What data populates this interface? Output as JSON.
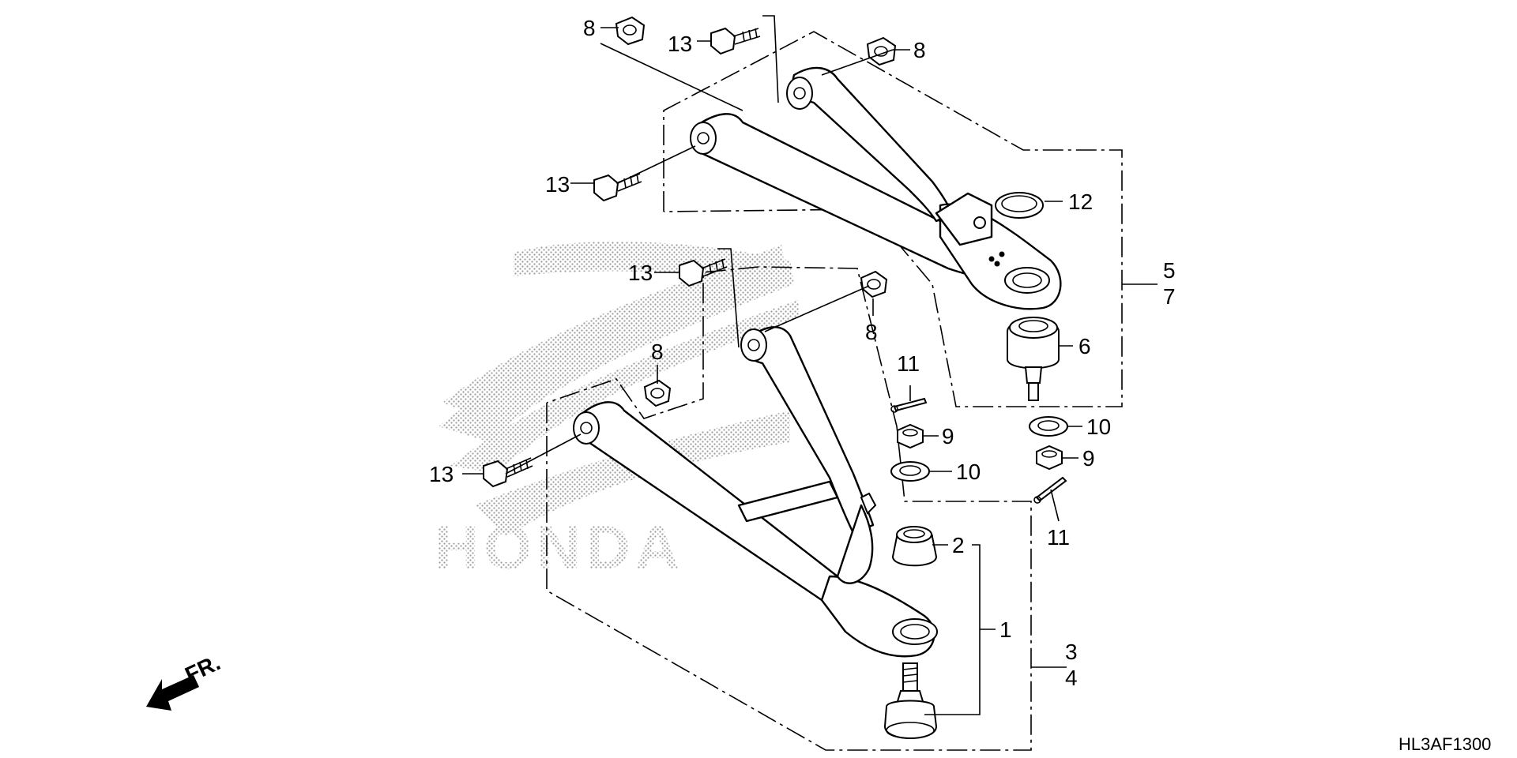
{
  "diagram_code": "HL3AF1300",
  "watermark": "HONDA",
  "front_indicator": "FR.",
  "callouts": {
    "c8a": "8",
    "c13a": "13",
    "c8b": "8",
    "c13b": "13",
    "c12": "12",
    "c5": "5",
    "c7": "7",
    "c6": "6",
    "c13c": "13",
    "c8c": "8",
    "c8d": "8",
    "c13d": "13",
    "c11a": "11",
    "c9a": "9",
    "c10a": "10",
    "c10b": "10",
    "c9b": "9",
    "c11b": "11",
    "c2": "2",
    "c1": "1",
    "c3": "3",
    "c4": "4"
  }
}
